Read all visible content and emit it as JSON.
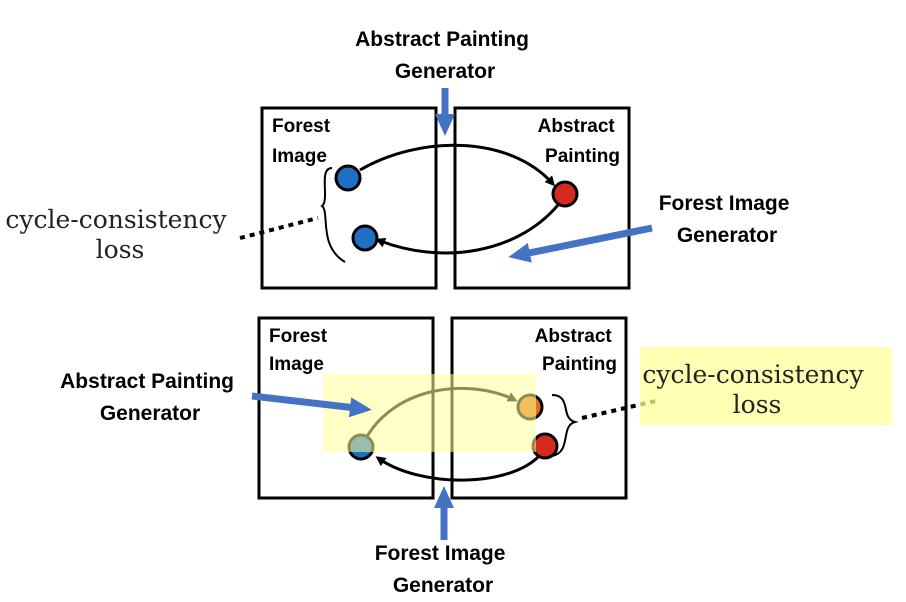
{
  "top_panel": {
    "left_box_label": [
      "Forest",
      "Image"
    ],
    "right_box_label": [
      "Abstract",
      "Painting"
    ],
    "top_generator_label": [
      "Abstract Painting",
      "Generator"
    ],
    "side_generator_label": [
      "Forest Image",
      "Generator"
    ],
    "loss_label": [
      "cycle-consistency",
      "loss"
    ]
  },
  "bottom_panel": {
    "left_box_label": [
      "Forest",
      "Image"
    ],
    "right_box_label": [
      "Abstract",
      "Painting"
    ],
    "side_generator_label": [
      "Abstract Painting",
      "Generator"
    ],
    "bottom_generator_label": [
      "Forest Image",
      "Generator"
    ],
    "loss_label": [
      "cycle-consistency",
      "loss"
    ]
  },
  "colors": {
    "blue_dot": "#1F6FC5",
    "red_dot": "#D52B1E",
    "orange_dot": "#E0701A",
    "blue_arrow": "#4472C4",
    "highlight": "#FFFF99"
  }
}
